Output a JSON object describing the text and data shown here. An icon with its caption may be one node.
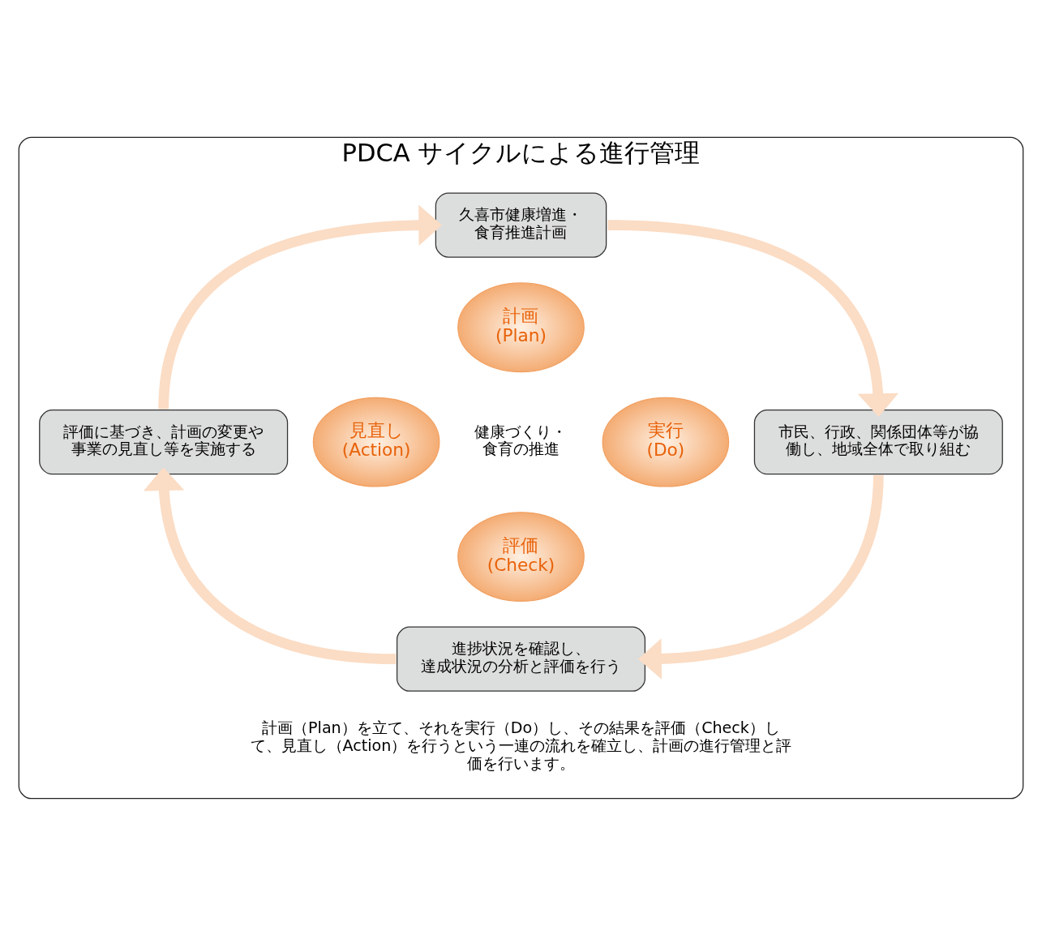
{
  "diagram": {
    "nodes": [
      {
        "text": [
          "PDCA サイクルによる進行管理"
        ]
      },
      {
        "text": [
          "久喜市健康増進・食育推進計画"
        ],
        "in": 0
      },
      {
        "text": [
          "計画 (Plan)"
        ],
        "in": 0
      },
      {
        "text": [
          "実行 (Do)"
        ],
        "in": 0
      },
      {
        "text": [
          "市民、行政、関係団体等が協働し、地域全体で取り組む"
        ],
        "in": 0
      },
      {
        "text": [
          "評価 (Check)"
        ],
        "in": 0
      },
      {
        "text": [
          "進捗状況を確認し、達成状況の分析と評価を行う"
        ],
        "in": 0
      },
      {
        "text": [
          "見直し (Action)"
        ],
        "in": 0
      },
      {
        "text": [
          "評価に基づき、計画の変更や事業の見直し等を実施する"
        ],
        "in": 0
      }
    ],
    "edges": [
      {
        "from": 1,
        "to": 4,
        "arrow": "to"
      },
      {
        "from": 4,
        "to": 6,
        "arrow": "to"
      },
      {
        "from": 6,
        "to": 8,
        "arrow": "to"
      },
      {
        "from": 8,
        "to": 1,
        "arrow": "to"
      }
    ],
    "labels": [
      "健康づくり・食育の推進",
      "計画（Plan）を立て、それを実行（Do）し、その結果を評価（Check）して、見直し（Action）を行うという一連の流れを確立し、計画の進行管理と評価を行います。"
    ]
  }
}
